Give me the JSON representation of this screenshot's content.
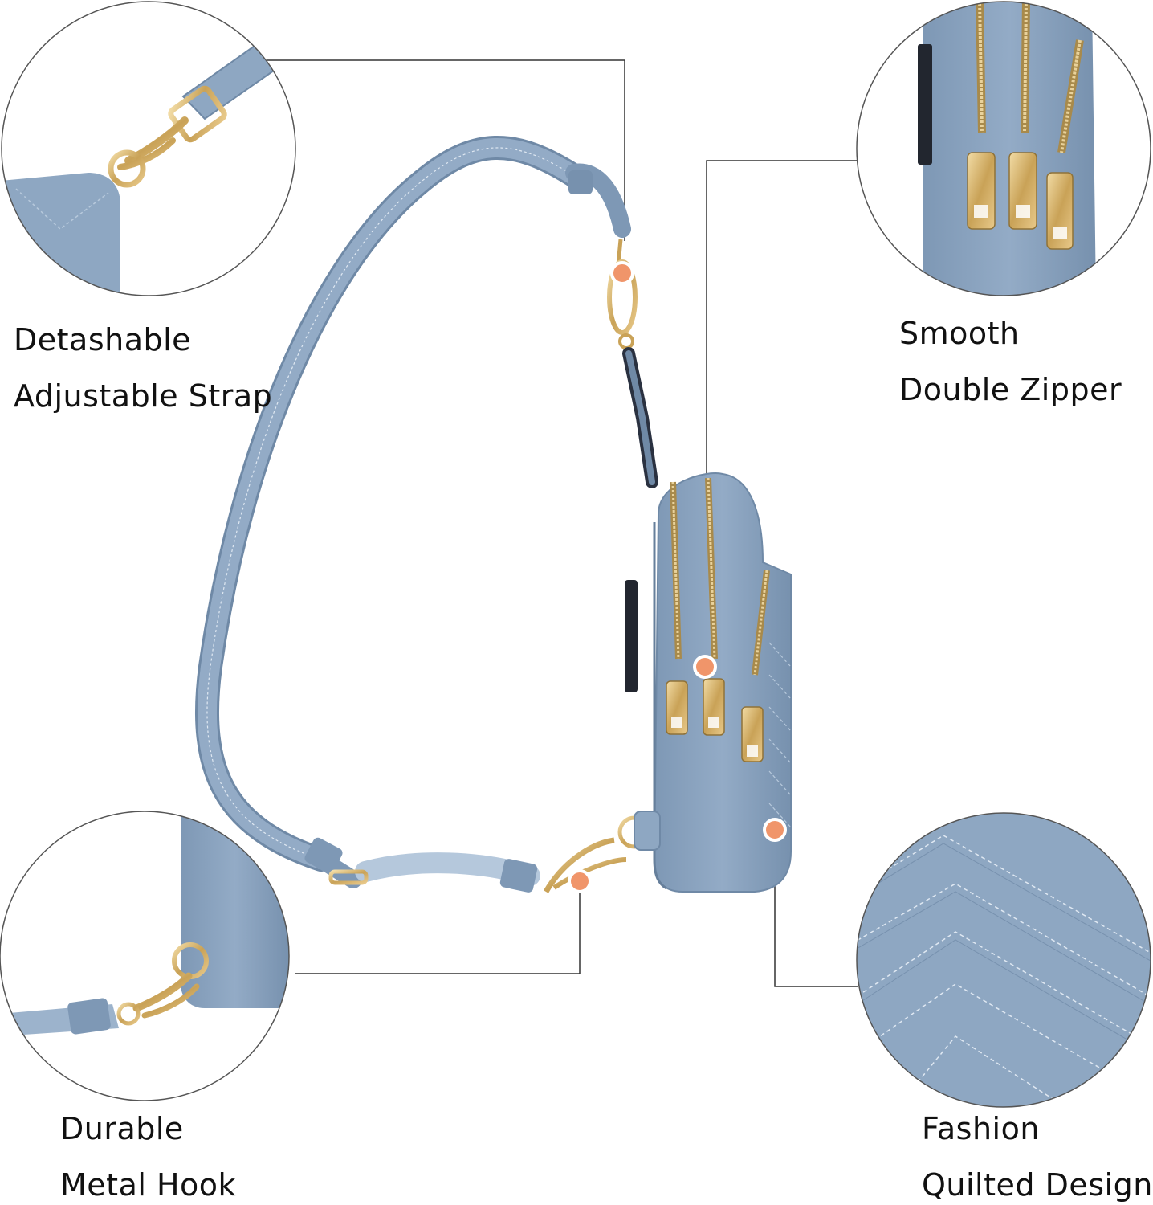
{
  "captions": {
    "strap": {
      "line1": "Detashable",
      "line2": "Adjustable Strap"
    },
    "zipper": {
      "line1": "Smooth",
      "line2": "Double Zipper"
    },
    "hook": {
      "line1": "Durable",
      "line2": "Metal Hook"
    },
    "quilted": {
      "line1": "Fashion",
      "line2": "Quilted Design"
    }
  },
  "colors": {
    "background": "#ffffff",
    "leather": "#8ea7c2",
    "leather_dark": "#6f89a6",
    "gold": "#d9b56a",
    "marker": "#f0956a",
    "callout_line": "#333333",
    "stitch": "#dfe8f2"
  }
}
